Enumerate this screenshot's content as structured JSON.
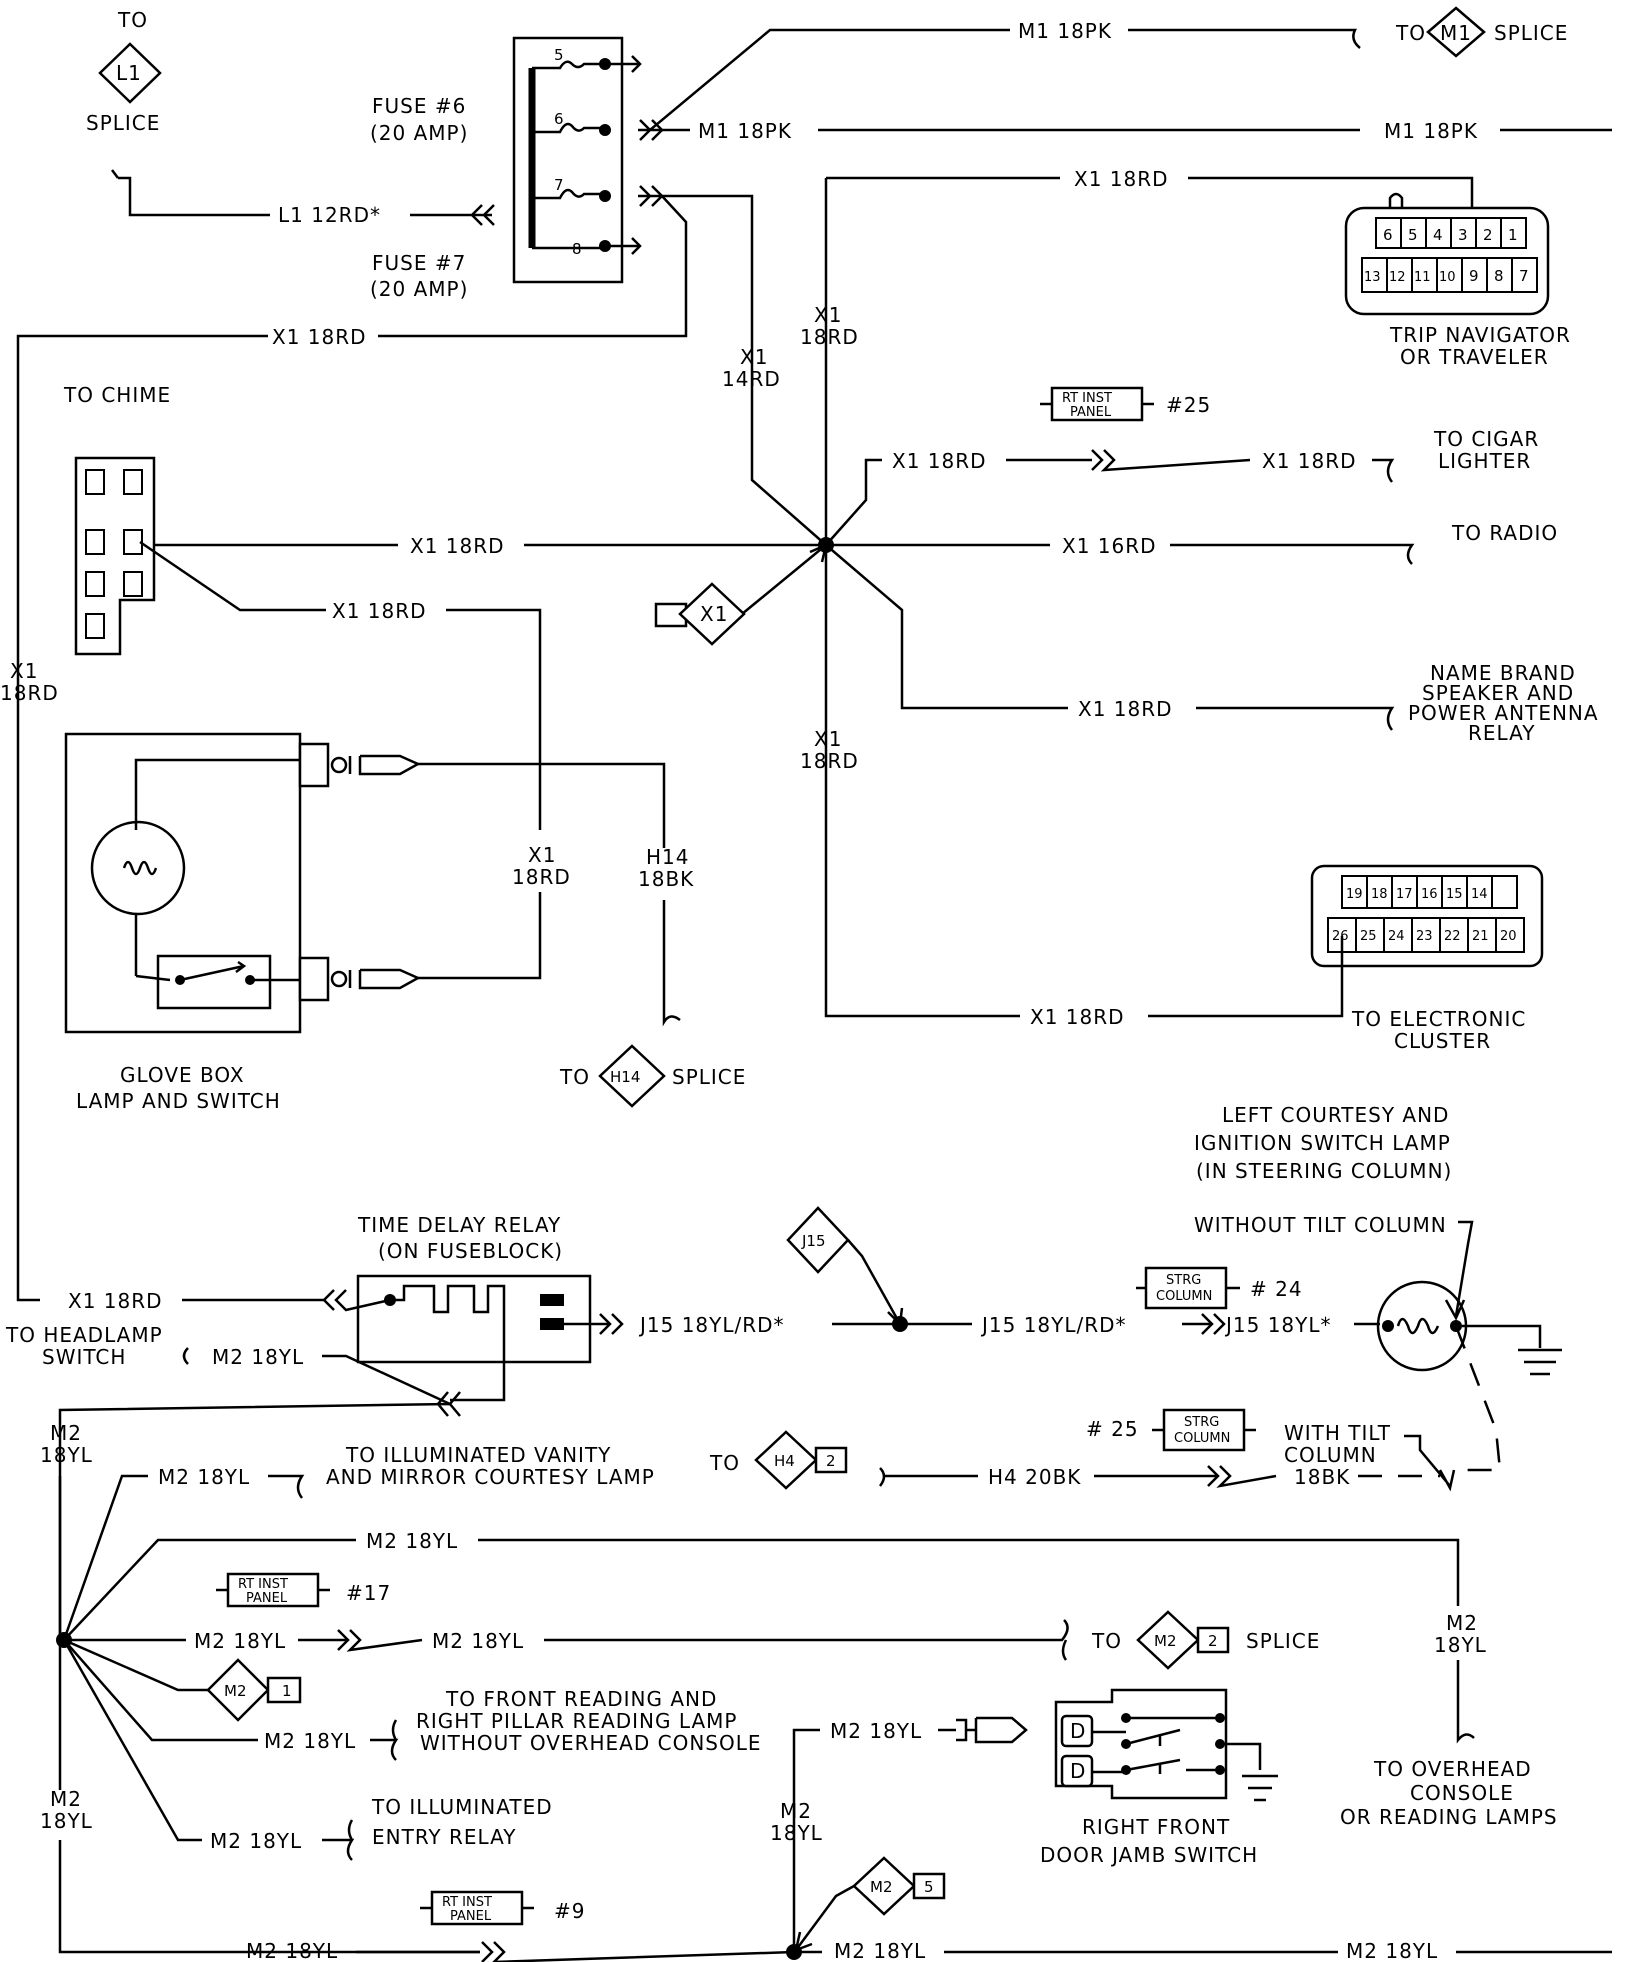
{
  "top_left": {
    "to": "TO",
    "splice_id": "L1",
    "splice": "SPLICE",
    "fuse6": "FUSE #6",
    "fuse6_amp": "(20 AMP)",
    "fuse7": "FUSE #7",
    "fuse7_amp": "(20 AMP)",
    "l1_wire": "L1 12RD*",
    "fuse_nums": [
      "5",
      "6",
      "7",
      "8"
    ]
  },
  "m1": {
    "wire_top": "M1 18PK",
    "to": "TO",
    "splice_id": "M1",
    "splice": "SPLICE",
    "wire_mid": "M1 18PK",
    "wire_right": "M1 18PK"
  },
  "trip": {
    "wire": "X1 18RD",
    "pins_top": [
      "6",
      "5",
      "4",
      "3",
      "2",
      "1"
    ],
    "pins_bottom": [
      "13",
      "12",
      "11",
      "10",
      "9",
      "8",
      "7"
    ],
    "label1": "TRIP NAVIGATOR",
    "label2": "OR TRAVELER"
  },
  "chime": {
    "label": "TO CHIME",
    "x1_wire": "X1 18RD",
    "left_x1": "X1",
    "left_18rd": "18RD"
  },
  "hub": {
    "x1_14_a": "X1",
    "x1_14_b": "14RD",
    "x1_18_up_a": "X1",
    "x1_18_up_b": "18RD",
    "x1_18_down_a": "X1",
    "x1_18_down_b": "18RD",
    "rt_inst_1": "RT INST",
    "rt_inst_2": "PANEL",
    "rt_inst_num": "#25",
    "cigar_wire1": "X1 18RD",
    "cigar_wire2": "X1 18RD",
    "cigar_to": "TO CIGAR",
    "cigar_lighter": "LIGHTER",
    "chime_wire": "X1 18RD",
    "radio_wire": "X1 16RD",
    "radio": "TO RADIO",
    "x1_splice": "X1",
    "chime_wire2": "X1 18RD",
    "speaker_wire": "X1 18RD",
    "speaker1": "NAME BRAND",
    "speaker2": "SPEAKER AND",
    "speaker3": "POWER ANTENNA",
    "speaker4": "RELAY"
  },
  "glovebox": {
    "x1_a": "X1",
    "x1_b": "18RD",
    "h14_a": "H14",
    "h14_b": "18BK",
    "label1": "GLOVE BOX",
    "label2": "LAMP AND SWITCH",
    "to": "TO",
    "splice_id": "H14",
    "splice": "SPLICE"
  },
  "cluster": {
    "pins_top": [
      "19",
      "18",
      "17",
      "16",
      "15",
      "14"
    ],
    "pins_bottom": [
      "26",
      "25",
      "24",
      "23",
      "22",
      "21",
      "20"
    ],
    "wire": "X1 18RD",
    "label1": "TO ELECTRONIC",
    "label2": "CLUSTER"
  },
  "relay": {
    "title1": "TIME DELAY RELAY",
    "title2": "(ON FUSEBLOCK)",
    "x1_wire": "X1 18RD",
    "headlamp1": "TO HEADLAMP",
    "headlamp2": "SWITCH",
    "m2_wire": "M2 18YL",
    "j15_wire1": "J15 18YL/RD*",
    "j15_id": "J15",
    "j15_wire2": "J15 18YL/RD*",
    "j15_wire3": "J15 18YL*"
  },
  "courtesy": {
    "title1": "LEFT COURTESY AND",
    "title2": "IGNITION SWITCH LAMP",
    "title3": "(IN STEERING COLUMN)",
    "without_tilt": "WITHOUT TILT COLUMN",
    "strg1": "STRG",
    "strg2": "COLUMN",
    "strg_num": "# 24",
    "strg_num2": "# 25",
    "with_tilt1": "WITH TILT",
    "with_tilt2": "COLUMN",
    "bk_wire": "18BK",
    "h4_to": "TO",
    "h4_id": "H4",
    "h4_num": "2",
    "h4_wire": "H4 20BK"
  },
  "m2": {
    "left_a": "M2",
    "left_b": "18YL",
    "left2_a": "M2",
    "left2_b": "18YL",
    "vanity_wire": "M2 18YL",
    "vanity1": "TO ILLUMINATED VANITY",
    "vanity2": "AND MIRROR COURTESY LAMP",
    "top_wire": "M2 18YL",
    "rt_inst_1": "RT INST",
    "rt_inst_2": "PANEL",
    "rt_inst_num": "#17",
    "splice_wire1": "M2 18YL",
    "splice_wire2": "M2 18YL",
    "splice_to": "TO",
    "splice_id": "M2",
    "splice_num": "2",
    "splice": "SPLICE",
    "m2_tag_num": "1",
    "reading_wire": "M2 18YL",
    "reading1": "TO FRONT READING AND",
    "reading2": "RIGHT PILLAR READING LAMP",
    "reading3": "WITHOUT OVERHEAD CONSOLE",
    "door_wire": "M2 18YL",
    "door_vert_a": "M2",
    "door_vert_b": "18YL",
    "door_switch1": "RIGHT FRONT",
    "door_switch2": "DOOR JAMB SWITCH",
    "entry_wire": "M2 18YL",
    "entry1": "TO ILLUMINATED",
    "entry2": "ENTRY RELAY",
    "overhead_a": "M2",
    "overhead_b": "18YL",
    "overhead1": "TO OVERHEAD",
    "overhead2": "CONSOLE",
    "overhead3": "OR READING LAMPS",
    "m2_5_id": "M2",
    "m2_5_num": "5",
    "bottom_rt_1": "RT INST",
    "bottom_rt_2": "PANEL",
    "bottom_rt_num": "#9",
    "bottom_wire1": "M2 18YL",
    "bottom_wire2": "M2 18YL",
    "bottom_wire3": "M2 18YL"
  }
}
